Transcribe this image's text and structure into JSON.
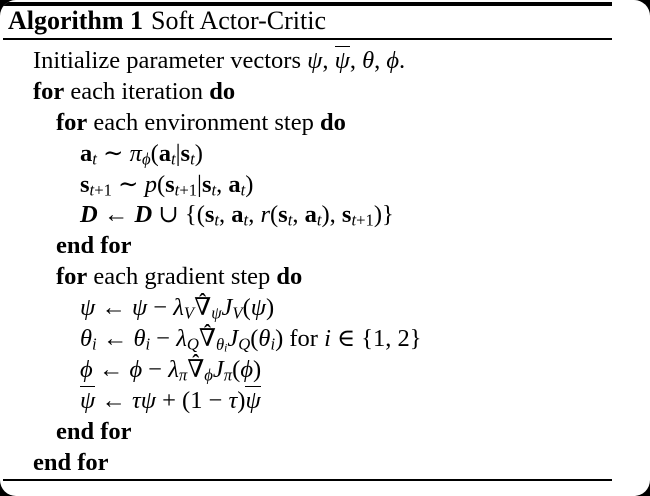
{
  "colors": {
    "page_background": "#ffffff",
    "outside_corners": "#000000",
    "text": "#000000",
    "rules": "#000000"
  },
  "algorithm": {
    "label": "Algorithm 1",
    "title": "Soft Actor-Critic",
    "lines": [
      {
        "indent": 0,
        "html": "Initialize parameter vectors <i>ψ</i>, <span class='ovl'><i>ψ</i></span>, <i>θ</i>, <i>ϕ</i>."
      },
      {
        "indent": 0,
        "html": "<b>for</b> each iteration <b>do</b>"
      },
      {
        "indent": 1,
        "html": "<b>for</b> each environment step <b>do</b>"
      },
      {
        "indent": 2,
        "html": "<span class='mb'>a</span><sub><i>t</i></sub> ∼ <i>π</i><sub><i>ϕ</i></sub>(<span class='mb'>a</span><sub><i>t</i></sub>|<span class='mb'>s</span><sub><i>t</i></sub>)"
      },
      {
        "indent": 2,
        "html": "<span class='mb'>s</span><sub><i>t</i>+1</sub> ∼ <i>p</i>(<span class='mb'>s</span><sub><i>t</i>+1</sub>|<span class='mb'>s</span><sub><i>t</i></sub>, <span class='mb'>a</span><sub><i>t</i></sub>)"
      },
      {
        "indent": 2,
        "html": "<span class='scr'>D</span> ← <span class='scr'>D</span> ∪ {(<span class='mb'>s</span><sub><i>t</i></sub>, <span class='mb'>a</span><sub><i>t</i></sub>, <i>r</i>(<span class='mb'>s</span><sub><i>t</i></sub>, <span class='mb'>a</span><sub><i>t</i></sub>), <span class='mb'>s</span><sub><i>t</i>+1</sub>)}"
      },
      {
        "indent": 1,
        "html": "<b>end for</b>"
      },
      {
        "indent": 1,
        "html": "<b>for</b> each gradient step <b>do</b>"
      },
      {
        "indent": 2,
        "html": "<i>ψ</i> ← <i>ψ</i> − <i>λ</i><sub><i>V</i></sub><span class='hat'>∇<span class='hm'>ˆ</span></span><sub><i>ψ</i></sub><i>J</i><sub><i>V</i></sub>(<i>ψ</i>)"
      },
      {
        "indent": 2,
        "html": "<i>θ</i><sub><i>i</i></sub> ← <i>θ</i><sub><i>i</i></sub> − <i>λ</i><sub><i>Q</i></sub><span class='hat'>∇<span class='hm'>ˆ</span></span><sub><i>θ</i><sub><i>i</i></sub></sub><i>J</i><sub><i>Q</i></sub>(<i>θ</i><sub><i>i</i></sub>) for <i>i</i> ∈ {1, 2}"
      },
      {
        "indent": 2,
        "html": "<i>ϕ</i> ← <i>ϕ</i> − <i>λ</i><sub><i>π</i></sub><span class='hat'>∇<span class='hm'>ˆ</span></span><sub><i>ϕ</i></sub><i>J</i><sub><i>π</i></sub>(<i>ϕ</i>)"
      },
      {
        "indent": 2,
        "html": "<span class='ovl'><i>ψ</i></span> ← <i>τψ</i> + (1 − <i>τ</i>)<span class='ovl'><i>ψ</i></span>"
      },
      {
        "indent": 1,
        "html": "<b>end for</b>"
      },
      {
        "indent": 0,
        "html": "<b>end for</b>"
      }
    ]
  }
}
